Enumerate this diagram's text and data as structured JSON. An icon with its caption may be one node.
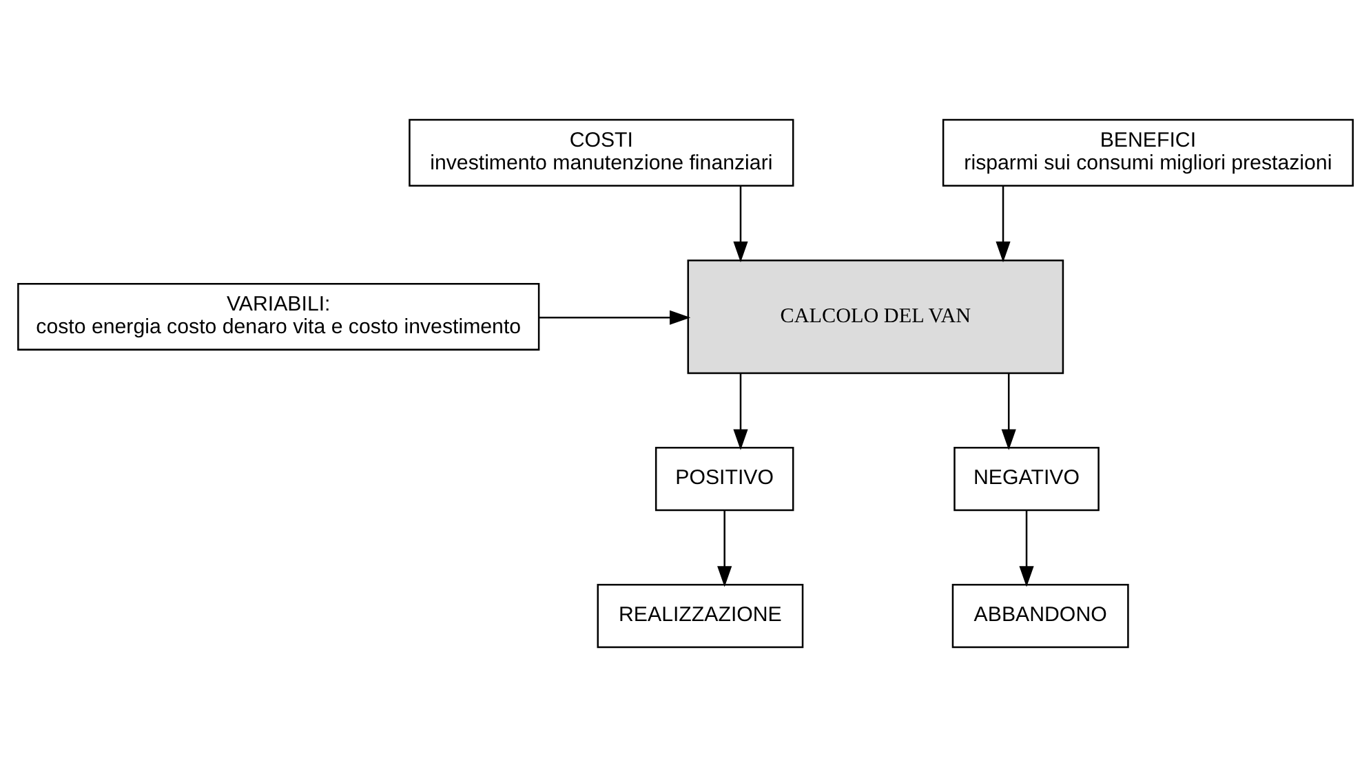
{
  "diagram": {
    "nodes": [
      {
        "text": [
          "COSTI",
          "investimento manutenzione finanziari"
        ]
      },
      {
        "text": [
          "BENEFICI",
          "risparmi sui consumi migliori prestazioni"
        ]
      },
      {
        "text": [
          "VARIABILI:",
          "costo energia costo denaro vita e costo investimento"
        ]
      },
      {
        "text": [
          "CALCOLO DEL VAN"
        ]
      },
      {
        "text": [
          "POSITIVO"
        ]
      },
      {
        "text": [
          "NEGATIVO"
        ]
      },
      {
        "text": [
          "REALIZZAZIONE"
        ]
      },
      {
        "text": [
          "ABBANDONO"
        ]
      }
    ],
    "edges": [
      {
        "from": 0,
        "to": 3,
        "arrow": "to"
      },
      {
        "from": 1,
        "to": 3,
        "arrow": "to"
      },
      {
        "from": 2,
        "to": 3,
        "arrow": "to"
      },
      {
        "from": 3,
        "to": 4,
        "arrow": "to"
      },
      {
        "from": 3,
        "to": 5,
        "arrow": "to"
      },
      {
        "from": 4,
        "to": 6,
        "arrow": "to"
      },
      {
        "from": 5,
        "to": 7,
        "arrow": "to"
      }
    ]
  }
}
